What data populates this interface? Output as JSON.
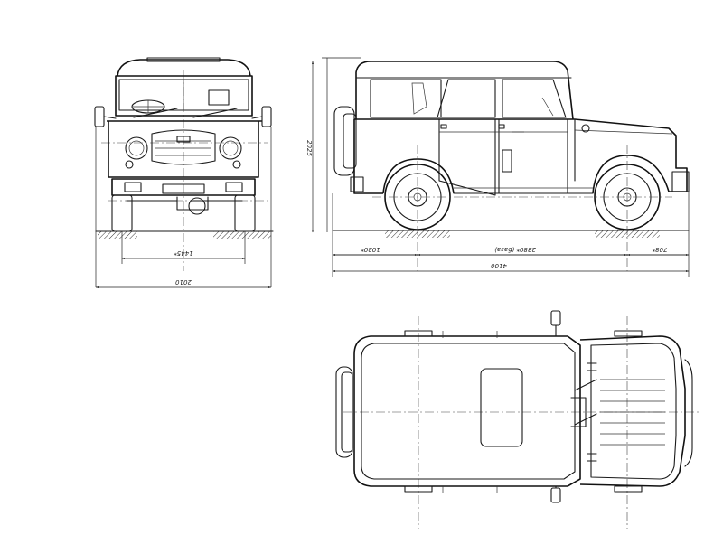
{
  "colors": {
    "line": "#1a1a1a",
    "paper": "#ffffff",
    "ground": "#555555"
  },
  "dimensions": {
    "height": "2025",
    "front_track": "1445*",
    "overall_width": "2010",
    "front_overhang": "1020*",
    "wheelbase": "2380* (база)",
    "rear_overhang": "708*",
    "overall_length": "4100"
  }
}
